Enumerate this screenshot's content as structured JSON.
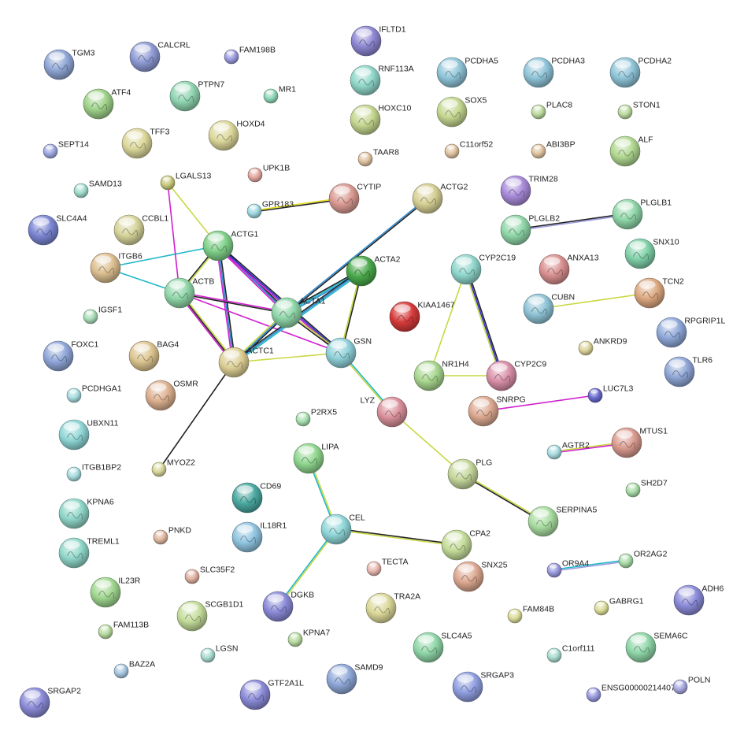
{
  "network": {
    "nodes": [
      {
        "id": "IFLTD1",
        "label": "IFLTD1",
        "color": "#8d86d2"
      },
      {
        "id": "TGM3",
        "label": "TGM3",
        "color": "#8fa6d6"
      },
      {
        "id": "CALCRL",
        "label": "CALCRL",
        "color": "#8e9ad4"
      },
      {
        "id": "FAM198B",
        "label": "FAM198B",
        "color": "#9b9be0"
      },
      {
        "id": "RNF113A",
        "label": "RNF113A",
        "color": "#8fd6c9"
      },
      {
        "id": "PCDHA5",
        "label": "PCDHA5",
        "color": "#8fc4d8"
      },
      {
        "id": "PCDHA3",
        "label": "PCDHA3",
        "color": "#8fc4d8"
      },
      {
        "id": "PCDHA2",
        "label": "PCDHA2",
        "color": "#8fc4d8"
      },
      {
        "id": "ATF4",
        "label": "ATF4",
        "color": "#9fd28a"
      },
      {
        "id": "PTPN7",
        "label": "PTPN7",
        "color": "#8fd4b0"
      },
      {
        "id": "MR1",
        "label": "MR1",
        "color": "#8fd6b8"
      },
      {
        "id": "HOXC10",
        "label": "HOXC10",
        "color": "#c4d68f"
      },
      {
        "id": "SOX5",
        "label": "SOX5",
        "color": "#c4d68f"
      },
      {
        "id": "PLAC8",
        "label": "PLAC8",
        "color": "#bcdba0"
      },
      {
        "id": "STON1",
        "label": "STON1",
        "color": "#bcdba0"
      },
      {
        "id": "TFF3",
        "label": "TFF3",
        "color": "#dcd79a"
      },
      {
        "id": "HOXD4",
        "label": "HOXD4",
        "color": "#dcd79a"
      },
      {
        "id": "SEPT14",
        "label": "SEPT14",
        "color": "#9fa8e0"
      },
      {
        "id": "TAAR8",
        "label": "TAAR8",
        "color": "#e0c3a0"
      },
      {
        "id": "C11orf52",
        "label": "C11orf52",
        "color": "#e0c3a0"
      },
      {
        "id": "ABI3BP",
        "label": "ABI3BP",
        "color": "#e0c3a0"
      },
      {
        "id": "ALF",
        "label": "ALF",
        "color": "#b0d890"
      },
      {
        "id": "SAMD13",
        "label": "SAMD13",
        "color": "#a0dccc"
      },
      {
        "id": "LGALS13",
        "label": "LGALS13",
        "color": "#c8c87a"
      },
      {
        "id": "UPK1B",
        "label": "UPK1B",
        "color": "#e4a8a0"
      },
      {
        "id": "CYTIP",
        "label": "CYTIP",
        "color": "#d99a92"
      },
      {
        "id": "ACTG2",
        "label": "ACTG2",
        "color": "#d6cf94"
      },
      {
        "id": "TRIM28",
        "label": "TRIM28",
        "color": "#a88ad8"
      },
      {
        "id": "PLGLB1",
        "label": "PLGLB1",
        "color": "#8fd6a8"
      },
      {
        "id": "GPR183",
        "label": "GPR183",
        "color": "#9fd8e0"
      },
      {
        "id": "SLC4A4",
        "label": "SLC4A4",
        "color": "#7a86d2"
      },
      {
        "id": "CCBL1",
        "label": "CCBL1",
        "color": "#d6d49a"
      },
      {
        "id": "ACTG1",
        "label": "ACTG1",
        "color": "#7fd08a"
      },
      {
        "id": "PLGLB2",
        "label": "PLGLB2",
        "color": "#8fd6a8"
      },
      {
        "id": "SNX10",
        "label": "SNX10",
        "color": "#7fd0a8"
      },
      {
        "id": "ITGB6",
        "label": "ITGB6",
        "color": "#dcbe8f"
      },
      {
        "id": "ACTA2",
        "label": "ACTA2",
        "color": "#4aa84a"
      },
      {
        "id": "CYP2C19",
        "label": "CYP2C19",
        "color": "#8fd6cc"
      },
      {
        "id": "ANXA13",
        "label": "ANXA13",
        "color": "#d98f8f"
      },
      {
        "id": "TCN2",
        "label": "TCN2",
        "color": "#dca880"
      },
      {
        "id": "ACTB",
        "label": "ACTB",
        "color": "#8fd6a8"
      },
      {
        "id": "KIAA1467",
        "label": "KIAA1467",
        "color": "#d63a3a"
      },
      {
        "id": "CUBN",
        "label": "CUBN",
        "color": "#8fc4d6"
      },
      {
        "id": "RPGRIP1L",
        "label": "RPGRIP1L",
        "color": "#8fa8d8"
      },
      {
        "id": "ACTA1",
        "label": "ACTA1",
        "color": "#8fd6a8"
      },
      {
        "id": "IGSF1",
        "label": "IGSF1",
        "color": "#a8dcb8"
      },
      {
        "id": "FOXC1",
        "label": "FOXC1",
        "color": "#8fa6d8"
      },
      {
        "id": "BAG4",
        "label": "BAG4",
        "color": "#dcc48f"
      },
      {
        "id": "GSN",
        "label": "GSN",
        "color": "#8fd0d8"
      },
      {
        "id": "ANKRD9",
        "label": "ANKRD9",
        "color": "#dcd49a"
      },
      {
        "id": "TLR6",
        "label": "TLR6",
        "color": "#8fa6d6"
      },
      {
        "id": "ACTC1",
        "label": "ACTC1",
        "color": "#dcce94"
      },
      {
        "id": "NR1H4",
        "label": "NR1H4",
        "color": "#a8d68f"
      },
      {
        "id": "CYP2C9",
        "label": "CYP2C9",
        "color": "#d98fa8"
      },
      {
        "id": "PCDHGA1",
        "label": "PCDHGA1",
        "color": "#a8dce0"
      },
      {
        "id": "OSMR",
        "label": "OSMR",
        "color": "#dcb08f"
      },
      {
        "id": "LYZ",
        "label": "LYZ",
        "color": "#d9909a"
      },
      {
        "id": "SNRPG",
        "label": "SNRPG",
        "color": "#dca890"
      },
      {
        "id": "LUC7L3",
        "label": "LUC7L3",
        "color": "#6a6ad0"
      },
      {
        "id": "UBXN11",
        "label": "UBXN11",
        "color": "#8fd6d6"
      },
      {
        "id": "P2RX5",
        "label": "P2RX5",
        "color": "#a8e0b0"
      },
      {
        "id": "LIPA",
        "label": "LIPA",
        "color": "#8fd68f"
      },
      {
        "id": "MTUS1",
        "label": "MTUS1",
        "color": "#d99a8f"
      },
      {
        "id": "AGTR2",
        "label": "AGTR2",
        "color": "#a8dce0"
      },
      {
        "id": "ITGB1BP2",
        "label": "ITGB1BP2",
        "color": "#a8dce0"
      },
      {
        "id": "MYOZ2",
        "label": "MYOZ2",
        "color": "#d6d69a"
      },
      {
        "id": "PLG",
        "label": "PLG",
        "color": "#c4d69a"
      },
      {
        "id": "KPNA6",
        "label": "KPNA6",
        "color": "#8fd6c8"
      },
      {
        "id": "CD69",
        "label": "CD69",
        "color": "#4aa8a0"
      },
      {
        "id": "SH2D7",
        "label": "SH2D7",
        "color": "#a8dca8"
      },
      {
        "id": "SERPINA5",
        "label": "SERPINA5",
        "color": "#a8dca0"
      },
      {
        "id": "PNKD",
        "label": "PNKD",
        "color": "#e0b8a0"
      },
      {
        "id": "TREML1",
        "label": "TREML1",
        "color": "#8fd6c8"
      },
      {
        "id": "IL18R1",
        "label": "IL18R1",
        "color": "#8fc4e0"
      },
      {
        "id": "CEL",
        "label": "CEL",
        "color": "#8fd6d8"
      },
      {
        "id": "CPA2",
        "label": "CPA2",
        "color": "#c4dc9a"
      },
      {
        "id": "OR9A4",
        "label": "OR9A4",
        "color": "#9a9ae0"
      },
      {
        "id": "OR2AG2",
        "label": "OR2AG2",
        "color": "#a8dca8"
      },
      {
        "id": "ADH6",
        "label": "ADH6",
        "color": "#8a8ad8"
      },
      {
        "id": "IL23R",
        "label": "IL23R",
        "color": "#9fd68f"
      },
      {
        "id": "SLC35F2",
        "label": "SLC35F2",
        "color": "#e0b0a0"
      },
      {
        "id": "TECTA",
        "label": "TECTA",
        "color": "#e8b8b0"
      },
      {
        "id": "SNX25",
        "label": "SNX25",
        "color": "#dca890"
      },
      {
        "id": "DGKB",
        "label": "DGKB",
        "color": "#8a8ad8"
      },
      {
        "id": "SCGB1D1",
        "label": "SCGB1D1",
        "color": "#c4dc9a"
      },
      {
        "id": "TRA2A",
        "label": "TRA2A",
        "color": "#dcd89a"
      },
      {
        "id": "FAM84B",
        "label": "FAM84B",
        "color": "#dcdc9a"
      },
      {
        "id": "GABRG1",
        "label": "GABRG1",
        "color": "#dcdc9a"
      },
      {
        "id": "FAM113B",
        "label": "FAM113B",
        "color": "#b8dca0"
      },
      {
        "id": "KPNA7",
        "label": "KPNA7",
        "color": "#b8dca0"
      },
      {
        "id": "SLC4A5",
        "label": "SLC4A5",
        "color": "#8fd6a8"
      },
      {
        "id": "SEMA6C",
        "label": "SEMA6C",
        "color": "#8fd6a8"
      },
      {
        "id": "LGSN",
        "label": "LGSN",
        "color": "#a8dcd0"
      },
      {
        "id": "C1orf111",
        "label": "C1orf111",
        "color": "#a8dcd0"
      },
      {
        "id": "BAZ2A",
        "label": "BAZ2A",
        "color": "#a8c8e0"
      },
      {
        "id": "SAMD9",
        "label": "SAMD9",
        "color": "#8fa8d8"
      },
      {
        "id": "SRGAP3",
        "label": "SRGAP3",
        "color": "#8f9ee0"
      },
      {
        "id": "GTF2A1L",
        "label": "GTF2A1L",
        "color": "#8a8ad8"
      },
      {
        "id": "SRGAP2",
        "label": "SRGAP2",
        "color": "#8a8ad8"
      },
      {
        "id": "ENSG00000214407",
        "label": "ENSG00000214407",
        "color": "#9a9ae0"
      },
      {
        "id": "POLN",
        "label": "POLN",
        "color": "#a8a8e0"
      }
    ],
    "edges": [
      {
        "from": "GPR183",
        "to": "CYTIP",
        "colors": [
          "#e8e020",
          "#222222"
        ]
      },
      {
        "from": "ACTG1",
        "to": "ACTA1",
        "colors": [
          "#222222",
          "#2a8ad0",
          "#d020d0"
        ]
      },
      {
        "from": "ACTG1",
        "to": "ACTB",
        "colors": [
          "#c8d840",
          "#222222"
        ]
      },
      {
        "from": "ACTG1",
        "to": "ACTC1",
        "colors": [
          "#222222",
          "#2a8ad0",
          "#d020d0"
        ]
      },
      {
        "from": "ACTG1",
        "to": "GSN",
        "colors": [
          "#222222",
          "#3030d0",
          "#d020d0"
        ]
      },
      {
        "from": "ACTG1",
        "to": "ITGB6",
        "colors": [
          "#20b8c8"
        ]
      },
      {
        "from": "ACTB",
        "to": "ACTA1",
        "colors": [
          "#d020d0",
          "#222222"
        ]
      },
      {
        "from": "ACTB",
        "to": "ACTC1",
        "colors": [
          "#c8d840",
          "#222222",
          "#d020d0"
        ]
      },
      {
        "from": "ACTB",
        "to": "GSN",
        "colors": [
          "#d020d0"
        ]
      },
      {
        "from": "ACTB",
        "to": "ITGB6",
        "colors": [
          "#20b8c8"
        ]
      },
      {
        "from": "LGALS13",
        "to": "ACTB",
        "colors": [
          "#d020d0"
        ]
      },
      {
        "from": "LGALS13",
        "to": "ACTG1",
        "colors": [
          "#c8d840"
        ]
      },
      {
        "from": "ACTA1",
        "to": "ACTC1",
        "colors": [
          "#222222",
          "#2a8ad0",
          "#c8d840"
        ]
      },
      {
        "from": "ACTA1",
        "to": "GSN",
        "colors": [
          "#c8d840",
          "#222222"
        ]
      },
      {
        "from": "ACTA1",
        "to": "ACTA2",
        "colors": [
          "#222222",
          "#20b8c8",
          "#2a8ad0"
        ]
      },
      {
        "from": "ACTC1",
        "to": "ACTA2",
        "colors": [
          "#222222",
          "#2a8ad0",
          "#20b8c8"
        ]
      },
      {
        "from": "ACTC1",
        "to": "GSN",
        "colors": [
          "#c8d840"
        ]
      },
      {
        "from": "ACTC1",
        "to": "MYOZ2",
        "colors": [
          "#222222"
        ]
      },
      {
        "from": "ACTA2",
        "to": "GSN",
        "colors": [
          "#222222",
          "#c8d840"
        ]
      },
      {
        "from": "ACTG2",
        "to": "ACTA1",
        "colors": [
          "#222222",
          "#2a8ad0"
        ]
      },
      {
        "from": "GSN",
        "to": "LYZ",
        "colors": [
          "#20b8c8",
          "#c8d840"
        ]
      },
      {
        "from": "LYZ",
        "to": "PLG",
        "colors": [
          "#c8d840"
        ]
      },
      {
        "from": "PLG",
        "to": "SERPINA5",
        "colors": [
          "#c8d840",
          "#222222"
        ]
      },
      {
        "from": "CYP2C19",
        "to": "CYP2C9",
        "colors": [
          "#222222",
          "#3030d0",
          "#c8d840"
        ]
      },
      {
        "from": "CYP2C19",
        "to": "NR1H4",
        "colors": [
          "#c8d840"
        ]
      },
      {
        "from": "NR1H4",
        "to": "CYP2C9",
        "colors": [
          "#c8d840"
        ]
      },
      {
        "from": "PLGLB2",
        "to": "PLGLB1",
        "colors": [
          "#222222",
          "#9a9ae0"
        ]
      },
      {
        "from": "CUBN",
        "to": "TCN2",
        "colors": [
          "#c8d840"
        ]
      },
      {
        "from": "SNRPG",
        "to": "LUC7L3",
        "colors": [
          "#d020d0"
        ]
      },
      {
        "from": "AGTR2",
        "to": "MTUS1",
        "colors": [
          "#c8d840",
          "#d020d0"
        ]
      },
      {
        "from": "LIPA",
        "to": "CEL",
        "colors": [
          "#c8d840",
          "#20b8c8"
        ]
      },
      {
        "from": "CEL",
        "to": "CPA2",
        "colors": [
          "#222222",
          "#c8d840"
        ]
      },
      {
        "from": "CEL",
        "to": "DGKB",
        "colors": [
          "#c8d840",
          "#20b8c8"
        ]
      },
      {
        "from": "OR9A4",
        "to": "OR2AG2",
        "colors": [
          "#20b8c8",
          "#9a9ae0"
        ]
      }
    ]
  }
}
